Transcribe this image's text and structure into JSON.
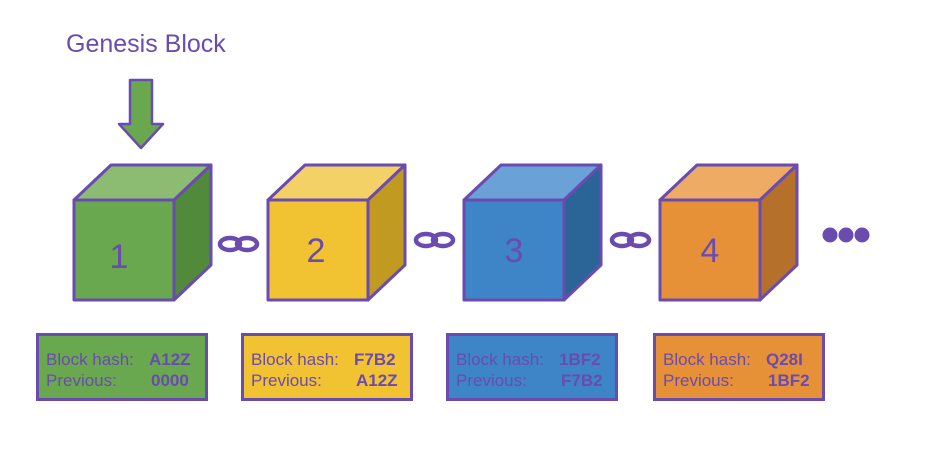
{
  "genesis_label": "Genesis Block",
  "blocks": [
    {
      "number": "1",
      "hash_label": "Block hash:",
      "hash": "A12Z",
      "prev_label": "Previous:",
      "prev": "0000",
      "color": "#6aa84f",
      "top": "#8bbc72",
      "side": "#508a3a",
      "text_color": "#6a4bb0"
    },
    {
      "number": "2",
      "hash_label": "Block hash:",
      "hash": "F7B2",
      "prev_label": "Previous:",
      "prev": "A12Z",
      "color": "#f1c232",
      "top": "#f4d166",
      "side": "#c19a22",
      "text_color": "#6a4bb0"
    },
    {
      "number": "3",
      "hash_label": "Block hash:",
      "hash": "1BF2",
      "prev_label": "Previous:",
      "prev": "F7B2",
      "color": "#3d85c6",
      "top": "#6aa1d6",
      "side": "#2b6598",
      "text_color": "#6a4bb0"
    },
    {
      "number": "4",
      "hash_label": "Block hash:",
      "hash": "Q28I",
      "prev_label": "Previous:",
      "prev": "1BF2",
      "color": "#e69138",
      "top": "#edab64",
      "side": "#b5702b",
      "text_color": "#6a4bb0"
    }
  ],
  "colors": {
    "outline": "#6a4bb0",
    "arrow": "#6aa84f",
    "link": "#6a4bb0"
  },
  "icons": {
    "genesis_pointer": "down-arrow-icon",
    "chain_link": "chain-link-icon",
    "more": "ellipsis-icon"
  }
}
